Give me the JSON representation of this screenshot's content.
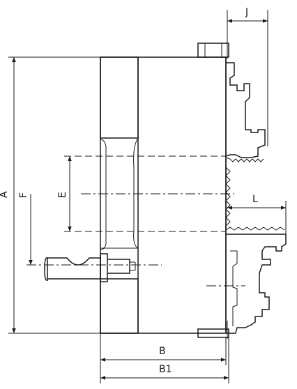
{
  "drawing": {
    "dimension_labels": {
      "J": "J",
      "A": "A",
      "F": "F",
      "E": "E",
      "L": "L",
      "B": "B",
      "B1": "B1"
    }
  }
}
